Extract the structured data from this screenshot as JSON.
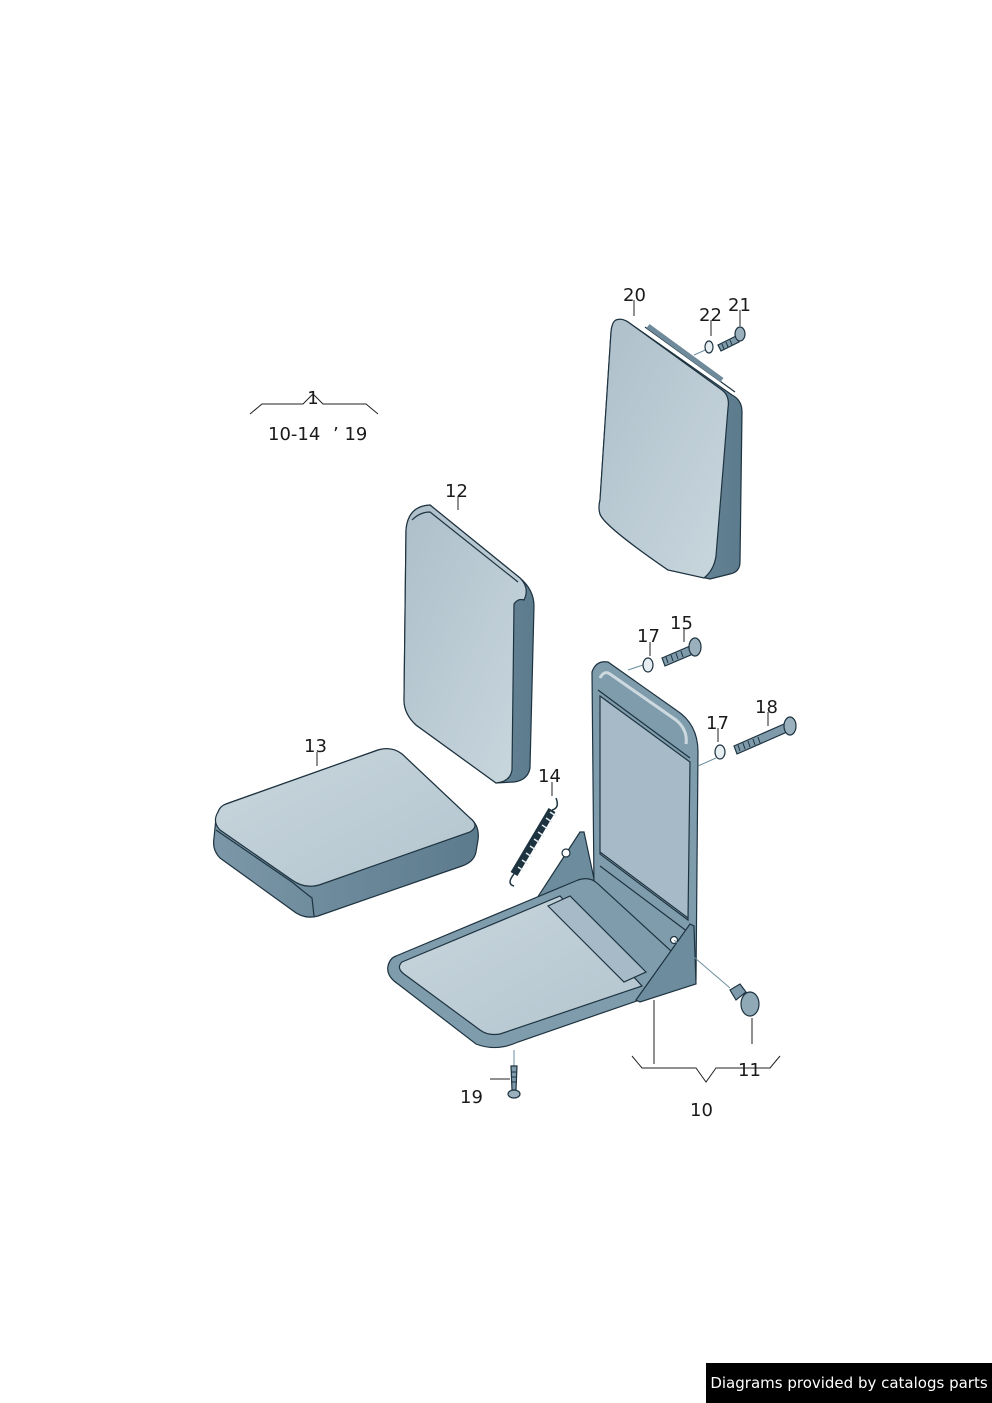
{
  "callouts": {
    "c1": "1",
    "c10_14": "10-14",
    "c19_group": "’ 19",
    "c20": "20",
    "c22": "22",
    "c21": "21",
    "c12": "12",
    "c17a": "17",
    "c15": "15",
    "c18": "18",
    "c17b": "17",
    "c13": "13",
    "c14": "14",
    "c11": "11",
    "c19": "19",
    "c10": "10"
  },
  "watermark": "Diagrams provided by catalogs parts",
  "colors": {
    "cushion_light": "#c3d2da",
    "cushion_mid": "#8fa9b7",
    "cushion_dark": "#5f7f91",
    "edge": "#1e3340"
  }
}
